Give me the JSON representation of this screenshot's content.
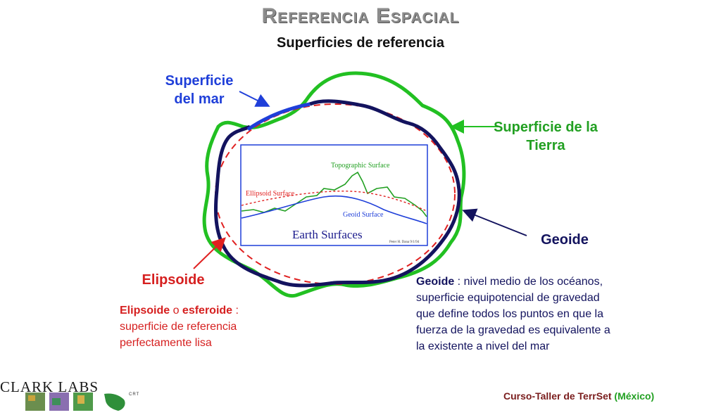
{
  "title": "Referencia Espacial",
  "subtitle": "Superficies de referencia",
  "labels": {
    "sea": "Superficie del mar",
    "earth": "Superficie de la Tierra",
    "geoid": "Geoide",
    "ellipsoid": "Elipsoide"
  },
  "inset": {
    "topographic": "Topographic Surface",
    "ellipsoid": "Ellipsoid Surface",
    "geoid": "Geoid Surface",
    "title": "Earth Surfaces",
    "credit": "Peter H. Dana 9/1/94"
  },
  "ellipsoid_desc": {
    "term1": "Elipsoide",
    "connector": " o ",
    "term2": "esferoide",
    "rest": " : superficie de referencia perfectamente lisa"
  },
  "geoid_desc": {
    "term": "Geoide",
    "rest": " : nivel medio de los océanos, superficie equipotencial de gravedad que define todos los puntos en que la fuerza de la gravedad es equivalente a la existente a nivel del mar"
  },
  "footer": {
    "course": "Curso-Taller de TerrSet ",
    "country": "(México)"
  },
  "logo": {
    "text": "CLARK LABS"
  },
  "colors": {
    "sea": "#1f3fd9",
    "earth": "#22c022",
    "geoid": "#13135e",
    "ellipsoid": "#e02020"
  }
}
